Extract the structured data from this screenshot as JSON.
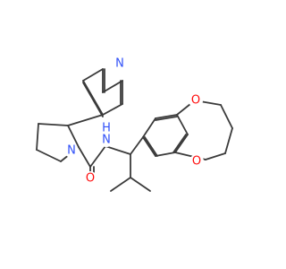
{
  "molecule": {
    "atoms": [
      {
        "id": "n_pyridine",
        "symbol": "N",
        "color": "#3050F8"
      },
      {
        "id": "n_pyrrolidine",
        "symbol": "N",
        "color": "#3050F8"
      },
      {
        "id": "nh_amide",
        "symbol": "N",
        "color": "#3050F8"
      },
      {
        "id": "h_amide",
        "symbol": "H",
        "color": "#3050F8"
      },
      {
        "id": "o_carbonyl",
        "symbol": "O",
        "color": "#FF0D0D"
      },
      {
        "id": "o_dioxane_top",
        "symbol": "O",
        "color": "#FF0D0D"
      },
      {
        "id": "o_dioxane_bottom",
        "symbol": "O",
        "color": "#FF0D0D"
      }
    ]
  }
}
